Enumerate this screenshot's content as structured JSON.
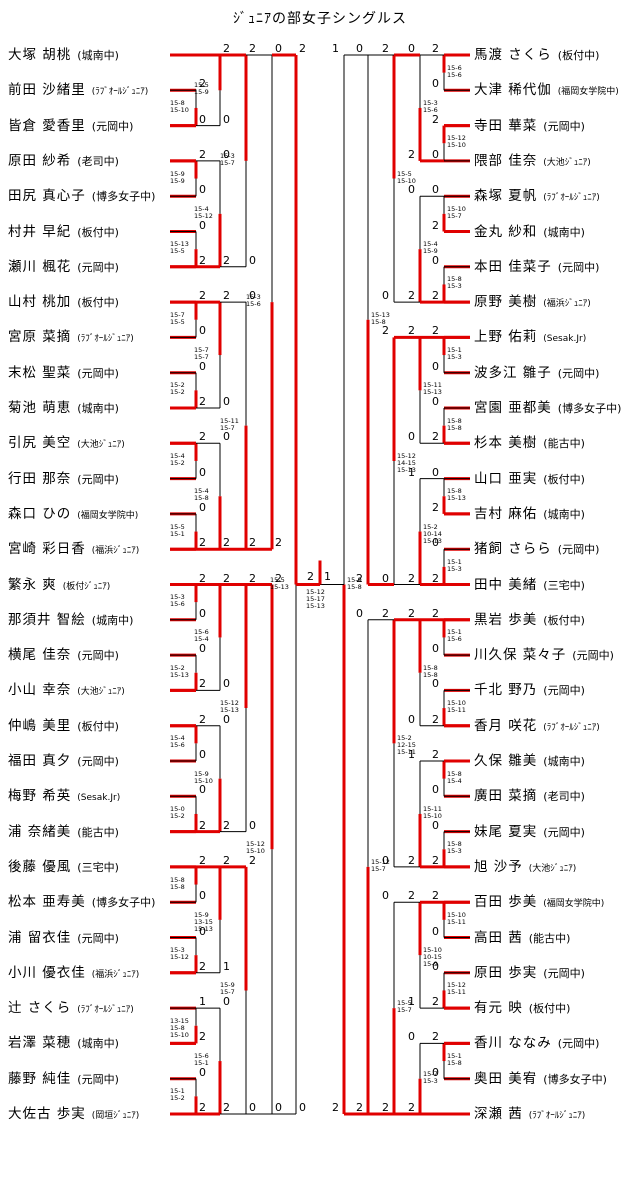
{
  "title": "ｼﾞｭﾆｱの部女子シングルス",
  "left_players": [
    {
      "name": "大塚 胡桃",
      "club": "(城南中)"
    },
    {
      "name": "前田 沙緒里",
      "club": "(ﾗﾌﾞｵｰﾙｼﾞｭﾆｱ)"
    },
    {
      "name": "皆倉 愛香里",
      "club": "(元岡中)"
    },
    {
      "name": "原田 紗希",
      "club": "(老司中)"
    },
    {
      "name": "田尻 真心子",
      "club": "(博多女子中)"
    },
    {
      "name": "村井 早紀",
      "club": "(板付中)"
    },
    {
      "name": "瀬川 楓花",
      "club": "(元岡中)"
    },
    {
      "name": "山村 桃加",
      "club": "(板付中)"
    },
    {
      "name": "宮原 菜摘",
      "club": "(ﾗﾌﾞｵｰﾙｼﾞｭﾆｱ)"
    },
    {
      "name": "末松 聖菜",
      "club": "(元岡中)"
    },
    {
      "name": "菊池 萌恵",
      "club": "(城南中)"
    },
    {
      "name": "引尻 美空",
      "club": "(大池ｼﾞｭﾆｱ)"
    },
    {
      "name": "行田 那奈",
      "club": "(元岡中)"
    },
    {
      "name": "森口 ひの",
      "club": "(福岡女学院中)"
    },
    {
      "name": "宮崎 彩日香",
      "club": "(福浜ｼﾞｭﾆｱ)"
    },
    {
      "name": "繁永 爽",
      "club": "(板付ｼﾞｭﾆｱ)"
    },
    {
      "name": "那須井 智絵",
      "club": "(城南中)"
    },
    {
      "name": "横尾 佳奈",
      "club": "(元岡中)"
    },
    {
      "name": "小山 幸奈",
      "club": "(大池ｼﾞｭﾆｱ)"
    },
    {
      "name": "仲嶋 美里",
      "club": "(板付中)"
    },
    {
      "name": "福田 真夕",
      "club": "(元岡中)"
    },
    {
      "name": "梅野 希英",
      "club": "(Sesak.Jr)"
    },
    {
      "name": "浦 奈緒美",
      "club": "(能古中)"
    },
    {
      "name": "後藤 優風",
      "club": "(三宅中)"
    },
    {
      "name": "松本 亜寿美",
      "club": "(博多女子中)"
    },
    {
      "name": "浦 留衣佳",
      "club": "(元岡中)"
    },
    {
      "name": "小川 優衣佳",
      "club": "(福浜ｼﾞｭﾆｱ)"
    },
    {
      "name": "辻 さくら",
      "club": "(ﾗﾌﾞｵｰﾙｼﾞｭﾆｱ)"
    },
    {
      "name": "岩澤 菜穂",
      "club": "(城南中)"
    },
    {
      "name": "藤野 純佳",
      "club": "(元岡中)"
    },
    {
      "name": "大佐古 歩実",
      "club": "(岡垣ｼﾞｭﾆｱ)"
    }
  ],
  "right_players": [
    {
      "name": "馬渡 さくら",
      "club": "(板付中)"
    },
    {
      "name": "大津 稀代伽",
      "club": "(福岡女学院中)"
    },
    {
      "name": "寺田 華菜",
      "club": "(元岡中)"
    },
    {
      "name": "隈部 佳奈",
      "club": "(大池ｼﾞｭﾆｱ)"
    },
    {
      "name": "森塚 夏帆",
      "club": "(ﾗﾌﾞｵｰﾙｼﾞｭﾆｱ)"
    },
    {
      "name": "金丸 紗和",
      "club": "(城南中)"
    },
    {
      "name": "本田 佳菜子",
      "club": "(元岡中)"
    },
    {
      "name": "原野 美樹",
      "club": "(福浜ｼﾞｭﾆｱ)"
    },
    {
      "name": "上野 佑莉",
      "club": "(Sesak.Jr)"
    },
    {
      "name": "波多江 雛子",
      "club": "(元岡中)"
    },
    {
      "name": "宮園 亜都美",
      "club": "(博多女子中)"
    },
    {
      "name": "杉本 美樹",
      "club": "(能古中)"
    },
    {
      "name": "山口 亜実",
      "club": "(板付中)"
    },
    {
      "name": "吉村 麻佑",
      "club": "(城南中)"
    },
    {
      "name": "猪飼 さらら",
      "club": "(元岡中)"
    },
    {
      "name": "田中 美緒",
      "club": "(三宅中)"
    },
    {
      "name": "黒岩 歩美",
      "club": "(板付中)"
    },
    {
      "name": "川久保 菜々子",
      "club": "(元岡中)"
    },
    {
      "name": "千北 野乃",
      "club": "(元岡中)"
    },
    {
      "name": "香月 咲花",
      "club": "(ﾗﾌﾞｵｰﾙｼﾞｭﾆｱ)"
    },
    {
      "name": "久保 雛美",
      "club": "(城南中)"
    },
    {
      "name": "廣田 菜摘",
      "club": "(老司中)"
    },
    {
      "name": "妹尾 夏実",
      "club": "(元岡中)"
    },
    {
      "name": "旭 沙予",
      "club": "(大池ｼﾞｭﾆｱ)"
    },
    {
      "name": "百田 歩美",
      "club": "(福岡女学院中)"
    },
    {
      "name": "高田 茜",
      "club": "(能古中)"
    },
    {
      "name": "原田 歩実",
      "club": "(元岡中)"
    },
    {
      "name": "有元 映",
      "club": "(板付中)"
    },
    {
      "name": "香川 ななみ",
      "club": "(元岡中)"
    },
    {
      "name": "奥田 美宥",
      "club": "(博多女子中)"
    },
    {
      "name": "深瀬 茜",
      "club": "(ﾗﾌﾞｵｰﾙｼﾞｭﾆｱ)"
    }
  ],
  "matches": [
    {
      "side": "L",
      "from": 1,
      "to": 2,
      "win": "b",
      "sa": "2",
      "sb": "0",
      "games": "15-8\n15-10"
    },
    {
      "side": "L",
      "from": 0,
      "to": 2,
      "win": "a",
      "sa": "2",
      "sb": "0",
      "games": "15-5\n15-9"
    },
    {
      "side": "L",
      "from": 3,
      "to": 4,
      "win": "a",
      "sa": "2",
      "sb": "0",
      "games": "15-9\n15-9"
    },
    {
      "side": "L",
      "from": 5,
      "to": 6,
      "win": "b",
      "sa": "0",
      "sb": "2",
      "games": "15-13\n15-5"
    },
    {
      "side": "L",
      "from": 3,
      "to": 6,
      "win": "b",
      "sa": "0",
      "sb": "2",
      "games": "15-4\n15-12"
    },
    {
      "side": "L",
      "from": 0,
      "to": 6,
      "win": "a",
      "sa": "2",
      "sb": "0",
      "games": "15-3\n15-7"
    },
    {
      "side": "L",
      "from": 7,
      "to": 8,
      "win": "a",
      "sa": "2",
      "sb": "0",
      "games": "15-7\n15-5"
    },
    {
      "side": "L",
      "from": 9,
      "to": 10,
      "win": "b",
      "sa": "0",
      "sb": "2",
      "games": "15-2\n15-2"
    },
    {
      "side": "L",
      "from": 7,
      "to": 10,
      "win": "a",
      "sa": "2",
      "sb": "0",
      "games": "15-7\n15-7"
    },
    {
      "side": "L",
      "from": 11,
      "to": 12,
      "win": "a",
      "sa": "2",
      "sb": "0",
      "games": "15-4\n15-2"
    },
    {
      "side": "L",
      "from": 13,
      "to": 14,
      "win": "b",
      "sa": "0",
      "sb": "2",
      "games": "15-5\n15-1"
    },
    {
      "side": "L",
      "from": 11,
      "to": 14,
      "win": "b",
      "sa": "0",
      "sb": "2",
      "games": "15-4\n15-8"
    },
    {
      "side": "L",
      "from": 7,
      "to": 14,
      "win": "b",
      "sa": "0",
      "sb": "2",
      "games": "15-11\n15-7"
    },
    {
      "side": "L",
      "from": 0,
      "to": 14,
      "win": "b",
      "sa": "0",
      "sb": "2",
      "games": "15-3\n15-6"
    },
    {
      "side": "L",
      "from": 15,
      "to": 16,
      "win": "a",
      "sa": "2",
      "sb": "0",
      "games": "15-3\n15-6"
    },
    {
      "side": "L",
      "from": 17,
      "to": 18,
      "win": "b",
      "sa": "0",
      "sb": "2",
      "games": "15-2\n15-13"
    },
    {
      "side": "L",
      "from": 15,
      "to": 18,
      "win": "a",
      "sa": "2",
      "sb": "0",
      "games": "15-6\n15-4"
    },
    {
      "side": "L",
      "from": 19,
      "to": 20,
      "win": "a",
      "sa": "2",
      "sb": "0",
      "games": "15-4\n15-6"
    },
    {
      "side": "L",
      "from": 21,
      "to": 22,
      "win": "b",
      "sa": "0",
      "sb": "2",
      "games": "15-0\n15-2"
    },
    {
      "side": "L",
      "from": 19,
      "to": 22,
      "win": "b",
      "sa": "0",
      "sb": "2",
      "games": "15-9\n15-10"
    },
    {
      "side": "L",
      "from": 15,
      "to": 22,
      "win": "a",
      "sa": "2",
      "sb": "0",
      "games": "15-12\n15-13"
    },
    {
      "side": "L",
      "from": 23,
      "to": 24,
      "win": "a",
      "sa": "2",
      "sb": "0",
      "games": "15-8\n15-8"
    },
    {
      "side": "L",
      "from": 25,
      "to": 26,
      "win": "b",
      "sa": "0",
      "sb": "2",
      "games": "15-3\n15-12"
    },
    {
      "side": "L",
      "from": 23,
      "to": 26,
      "win": "a",
      "sa": "2",
      "sb": "1",
      "games": "15-9\n13-15\n15-13"
    },
    {
      "side": "L",
      "from": 27,
      "to": 28,
      "win": "b",
      "sa": "1",
      "sb": "2",
      "games": "13-15\n15-8\n15-10"
    },
    {
      "side": "L",
      "from": 29,
      "to": 30,
      "win": "b",
      "sa": "0",
      "sb": "2",
      "games": "15-1\n15-2"
    },
    {
      "side": "L",
      "from": 27,
      "to": 30,
      "win": "b",
      "sa": "0",
      "sb": "2",
      "games": "15-6\n15-1"
    },
    {
      "side": "L",
      "from": 23,
      "to": 30,
      "win": "a",
      "sa": "2",
      "sb": "0",
      "games": "15-9\n15-7"
    },
    {
      "side": "L",
      "from": 15,
      "to": 30,
      "win": "a",
      "sa": "2",
      "sb": "0",
      "games": "15-12\n15-10"
    },
    {
      "side": "L",
      "from": 0,
      "to": 30,
      "win": "a",
      "sa": "2",
      "sb": "0",
      "games": "15-5\n15-13"
    },
    {
      "side": "R",
      "from": 0,
      "to": 1,
      "win": "a",
      "sa": "2",
      "sb": "0",
      "games": "15-6\n15-6"
    },
    {
      "side": "R",
      "from": 2,
      "to": 3,
      "win": "a",
      "sa": "2",
      "sb": "0",
      "games": "15-12\n15-10"
    },
    {
      "side": "R",
      "from": 0,
      "to": 3,
      "win": "b",
      "sa": "0",
      "sb": "2",
      "games": "15-3\n15-6"
    },
    {
      "side": "R",
      "from": 4,
      "to": 5,
      "win": "b",
      "sa": "0",
      "sb": "2",
      "games": "15-10\n15-7"
    },
    {
      "side": "R",
      "from": 6,
      "to": 7,
      "win": "b",
      "sa": "0",
      "sb": "2",
      "games": "15-8\n15-3"
    },
    {
      "side": "R",
      "from": 4,
      "to": 7,
      "win": "b",
      "sa": "0",
      "sb": "2",
      "games": "15-4\n15-9"
    },
    {
      "side": "R",
      "from": 0,
      "to": 7,
      "win": "a",
      "sa": "2",
      "sb": "0",
      "games": "15-5\n15-10"
    },
    {
      "side": "R",
      "from": 8,
      "to": 9,
      "win": "a",
      "sa": "2",
      "sb": "0",
      "games": "15-1\n15-3"
    },
    {
      "side": "R",
      "from": 10,
      "to": 11,
      "win": "b",
      "sa": "0",
      "sb": "2",
      "games": "15-8\n15-8"
    },
    {
      "side": "R",
      "from": 8,
      "to": 11,
      "win": "a",
      "sa": "2",
      "sb": "0",
      "games": "15-11\n15-13"
    },
    {
      "side": "R",
      "from": 12,
      "to": 13,
      "win": "b",
      "sa": "0",
      "sb": "2",
      "games": "15-8\n15-13"
    },
    {
      "side": "R",
      "from": 14,
      "to": 15,
      "win": "b",
      "sa": "0",
      "sb": "2",
      "games": "15-1\n15-3"
    },
    {
      "side": "R",
      "from": 12,
      "to": 15,
      "win": "b",
      "sa": "1",
      "sb": "2",
      "games": "15-2\n10-14\n15-13"
    },
    {
      "side": "R",
      "from": 8,
      "to": 15,
      "win": "a",
      "sa": "2",
      "sb": "0",
      "games": "15-12\n14-15\n15-13"
    },
    {
      "side": "R",
      "from": 0,
      "to": 15,
      "win": "b",
      "sa": "0",
      "sb": "2",
      "games": "15-13\n15-8"
    },
    {
      "side": "R",
      "from": 16,
      "to": 17,
      "win": "a",
      "sa": "2",
      "sb": "0",
      "games": "15-1\n15-6"
    },
    {
      "side": "R",
      "from": 18,
      "to": 19,
      "win": "b",
      "sa": "0",
      "sb": "2",
      "games": "15-10\n15-11"
    },
    {
      "side": "R",
      "from": 16,
      "to": 19,
      "win": "a",
      "sa": "2",
      "sb": "0",
      "games": "15-8\n15-8"
    },
    {
      "side": "R",
      "from": 20,
      "to": 21,
      "win": "a",
      "sa": "2",
      "sb": "0",
      "games": "15-8\n15-4"
    },
    {
      "side": "R",
      "from": 22,
      "to": 23,
      "win": "b",
      "sa": "0",
      "sb": "2",
      "games": "15-8\n15-3"
    },
    {
      "side": "R",
      "from": 20,
      "to": 23,
      "win": "b",
      "sa": "1",
      "sb": "2",
      "games": "15-11\n15-10"
    },
    {
      "side": "R",
      "from": 16,
      "to": 23,
      "win": "a",
      "sa": "2",
      "sb": "0",
      "games": "15-2\n12-15\n15-11"
    },
    {
      "side": "R",
      "from": 24,
      "to": 25,
      "win": "a",
      "sa": "2",
      "sb": "0",
      "games": "15-10\n15-11"
    },
    {
      "side": "R",
      "from": 26,
      "to": 27,
      "win": "b",
      "sa": "0",
      "sb": "2",
      "games": "15-12\n15-11"
    },
    {
      "side": "R",
      "from": 24,
      "to": 27,
      "win": "a",
      "sa": "2",
      "sb": "1",
      "games": "15-10\n10-15\n15-9"
    },
    {
      "side": "R",
      "from": 28,
      "to": 29,
      "win": "a",
      "sa": "2",
      "sb": "0",
      "games": "15-1\n15-8"
    },
    {
      "side": "R",
      "from": 30,
      "to": 30,
      "win": "a",
      "sa": "2",
      "sb": "",
      "games": ""
    },
    {
      "side": "R",
      "from": 28,
      "to": 30,
      "win": "b",
      "sa": "0",
      "sb": "2",
      "games": "15-7\n15-3"
    },
    {
      "side": "R",
      "from": 24,
      "to": 30,
      "win": "b",
      "sa": "0",
      "sb": "2",
      "games": "15-5\n15-7"
    },
    {
      "side": "R",
      "from": 16,
      "to": 30,
      "win": "b",
      "sa": "0",
      "sb": "2",
      "games": "15-12\n15-7"
    },
    {
      "side": "R",
      "from": 0,
      "to": 30,
      "win": "b",
      "sa": "1",
      "sb": "2",
      "games": "15-9\n15-8"
    }
  ],
  "final": {
    "score_left": "2",
    "score_right": "1",
    "games": "15-12\n15-17\n15-13"
  },
  "colors": {
    "win_line": "#e00000",
    "lose_line": "#000000"
  }
}
